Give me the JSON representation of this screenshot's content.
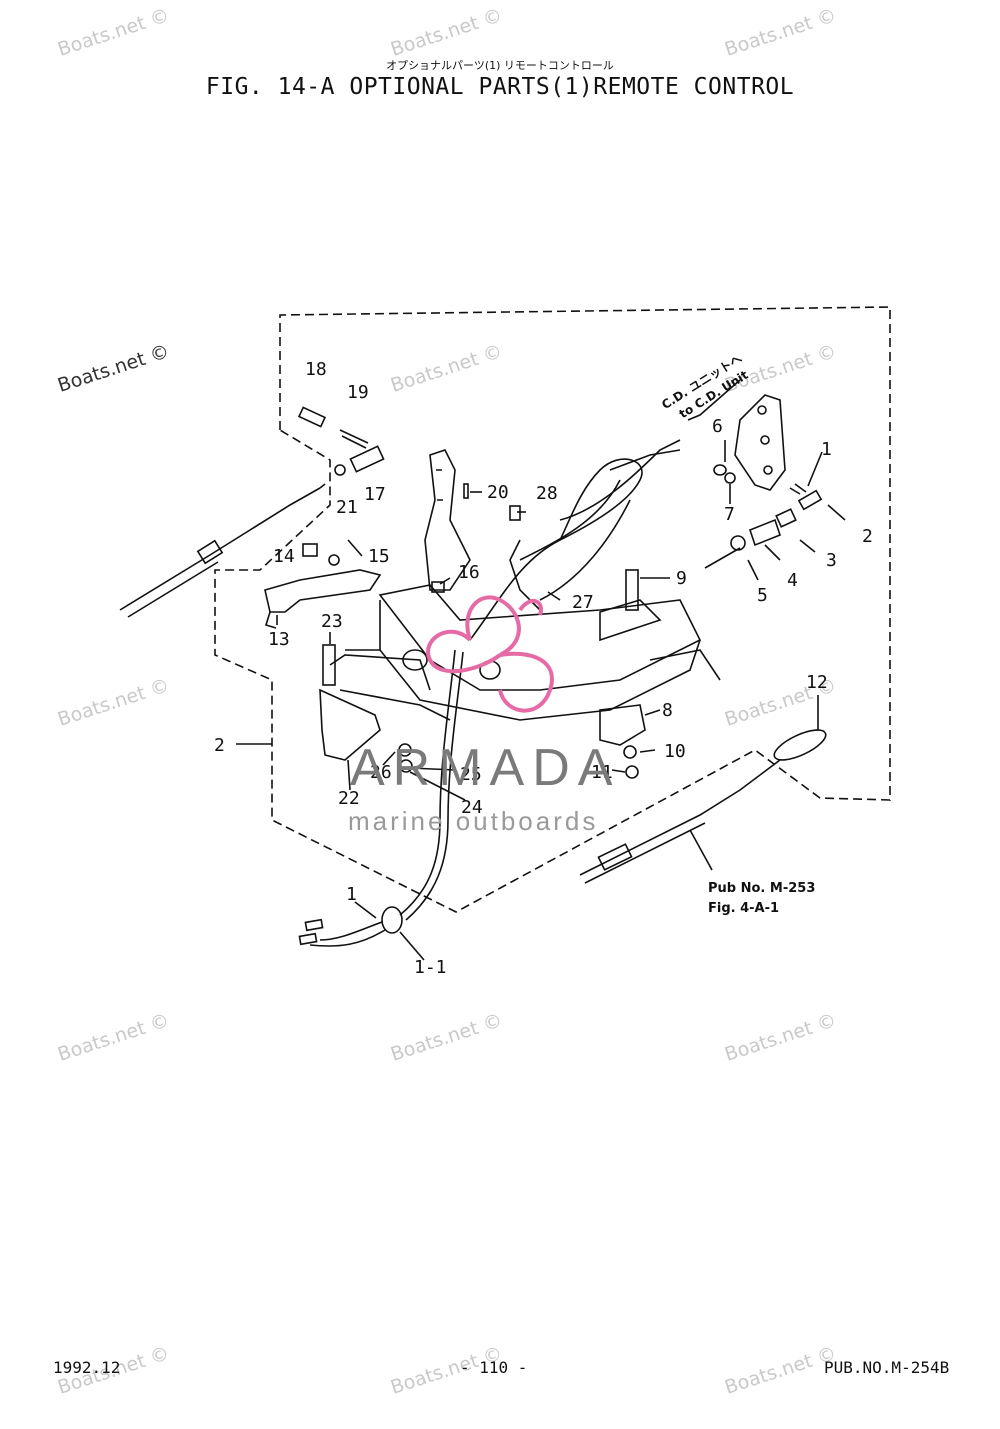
{
  "header": {
    "title_jp": "オプショナルパーツ(1) リモートコントロール",
    "title": "FIG. 14-A OPTIONAL PARTS(1)REMOTE CONTROL"
  },
  "diagram": {
    "cd_label_jp": "C.D. ユニットへ",
    "cd_label_en": "to C.D. Unit",
    "reference_line1": "Pub No. M-253",
    "reference_line2": "Fig. 4-A-1",
    "labels": [
      "18",
      "19",
      "21",
      "17",
      "20",
      "28",
      "6",
      "1",
      "7",
      "2",
      "3",
      "4",
      "5",
      "9",
      "14",
      "15",
      "16",
      "27",
      "13",
      "23",
      "8",
      "10",
      "12",
      "2",
      "26",
      "25",
      "22",
      "24",
      "11",
      "1",
      "1-1"
    ]
  },
  "logo": {
    "word": "ARMADA",
    "sub": "marine outboards",
    "accent": "#e66aa6"
  },
  "watermark": {
    "text": "Boats.net ©"
  },
  "footer": {
    "date": "1992.12",
    "page": "- 110 -",
    "pub": "PUB.NO.M-254B"
  }
}
